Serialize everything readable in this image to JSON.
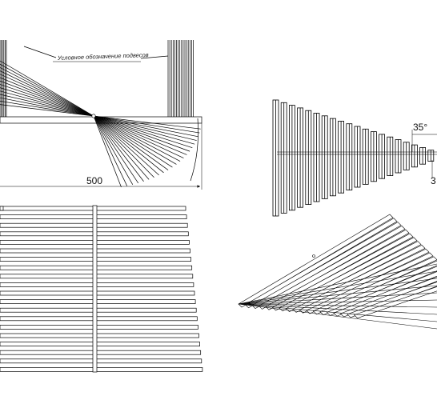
{
  "labels": {
    "hanger_note": "Условное обозначение подвесов",
    "width_dim": "500",
    "angle_dim": "35°",
    "partial_dim": "3"
  },
  "colors": {
    "line": "#000000",
    "background": "#ffffff"
  }
}
